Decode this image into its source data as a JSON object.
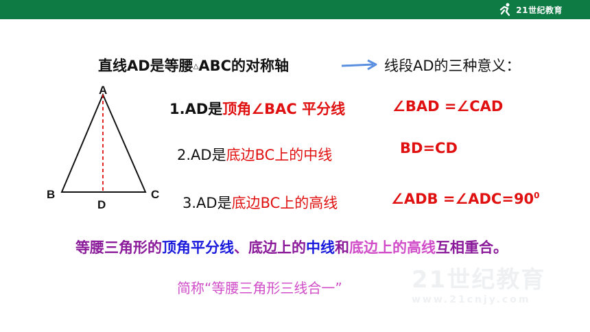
{
  "logo": {
    "text": "21世纪教育",
    "icon": "runner-icon"
  },
  "title": {
    "part1": "直线AD是等腰",
    "triangle": "△",
    "part2": "ABC的对称轴",
    "meaning_label": "线段AD的三种意义："
  },
  "triangle_labels": {
    "A": "A",
    "B": "B",
    "C": "C",
    "D": "D"
  },
  "items": [
    {
      "prefix": "1.AD是",
      "highlight": "顶角∠BAC 平分线",
      "result": "∠BAD =∠CAD"
    },
    {
      "prefix": "2.AD是",
      "highlight": "底边BC上的中线",
      "result": "BD=CD"
    },
    {
      "prefix": "3.AD是",
      "highlight": "底边BC上的高线",
      "result": "∠ADB =∠ADC=90",
      "result_sup": "0"
    }
  ],
  "conclusion": {
    "s1": "等腰三角形的",
    "s2": "顶角平分线",
    "s3": "、底边上的",
    "s4": "中线",
    "s5": "和",
    "s6": "底边上的高线",
    "s7": "互相重合。"
  },
  "summary": "简称“等腰三角形三线合一”",
  "watermark": {
    "brand": "21世纪教育",
    "url": "www.21cnjy.com"
  },
  "colors": {
    "header": "#0e7a44",
    "red": "#e01010",
    "blue": "#1a1adc",
    "purple": "#8a1a9a",
    "pink": "#d04cc8",
    "arrow": "#5a8fe0"
  }
}
